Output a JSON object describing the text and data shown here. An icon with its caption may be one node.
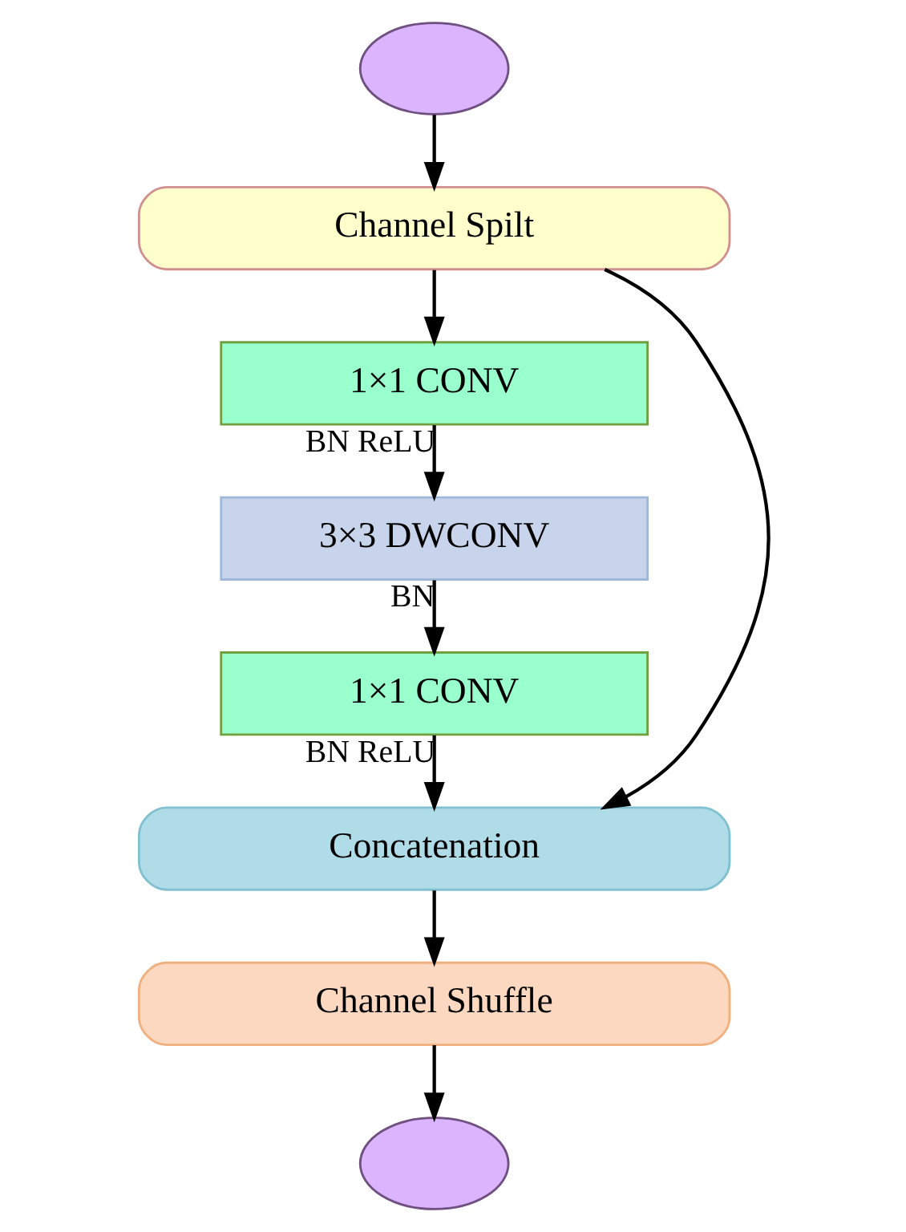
{
  "diagram": {
    "nodes": [
      {
        "text": [],
        "shape": "ellipse"
      },
      {
        "text": [
          "Channel Spilt"
        ]
      },
      {
        "text": [
          "1×1 CONV"
        ]
      },
      {
        "text": [
          "3×3 DWCONV"
        ]
      },
      {
        "text": [
          "1×1 CONV"
        ]
      },
      {
        "text": [
          "Concatenation"
        ]
      },
      {
        "text": [
          "Channel Shuffle"
        ]
      },
      {
        "text": [],
        "shape": "ellipse"
      }
    ],
    "edges": [
      {
        "from": 0,
        "to": 1,
        "arrow": "to"
      },
      {
        "from": 1,
        "to": 2,
        "arrow": "to"
      },
      {
        "from": 2,
        "to": 3,
        "arrow": "to",
        "label": "BN ReLU"
      },
      {
        "from": 3,
        "to": 4,
        "arrow": "to",
        "label": "BN"
      },
      {
        "from": 1,
        "to": 5,
        "arrow": "to"
      },
      {
        "from": 4,
        "to": 5,
        "arrow": "to",
        "label": "BN ReLU"
      },
      {
        "from": 5,
        "to": 6,
        "arrow": "to"
      },
      {
        "from": 6,
        "to": 7,
        "arrow": "to"
      }
    ]
  }
}
